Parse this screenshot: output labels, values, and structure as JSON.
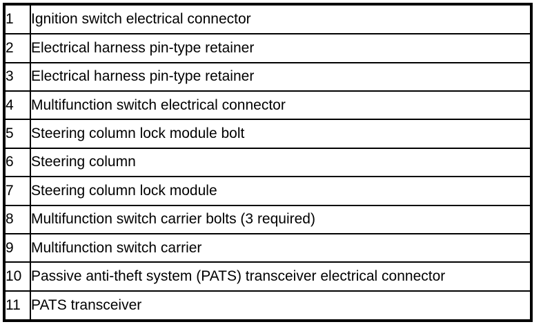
{
  "table": {
    "columns": [
      "item-number",
      "description"
    ],
    "border_color": "#000000",
    "background_color": "#ffffff",
    "text_color": "#000000",
    "rows": [
      {
        "number": "1",
        "description": "Ignition switch electrical connector"
      },
      {
        "number": "2",
        "description": "Electrical harness pin-type retainer"
      },
      {
        "number": "3",
        "description": "Electrical harness pin-type retainer"
      },
      {
        "number": "4",
        "description": "Multifunction switch electrical connector"
      },
      {
        "number": "5",
        "description": "Steering column lock module bolt"
      },
      {
        "number": "6",
        "description": "Steering column"
      },
      {
        "number": "7",
        "description": "Steering column lock module"
      },
      {
        "number": "8",
        "description": "Multifunction switch carrier bolts (3 required)"
      },
      {
        "number": "9",
        "description": "Multifunction switch carrier"
      },
      {
        "number": "10",
        "description": "Passive anti-theft system (PATS) transceiver electrical connector"
      },
      {
        "number": "11",
        "description": "PATS transceiver"
      }
    ]
  }
}
